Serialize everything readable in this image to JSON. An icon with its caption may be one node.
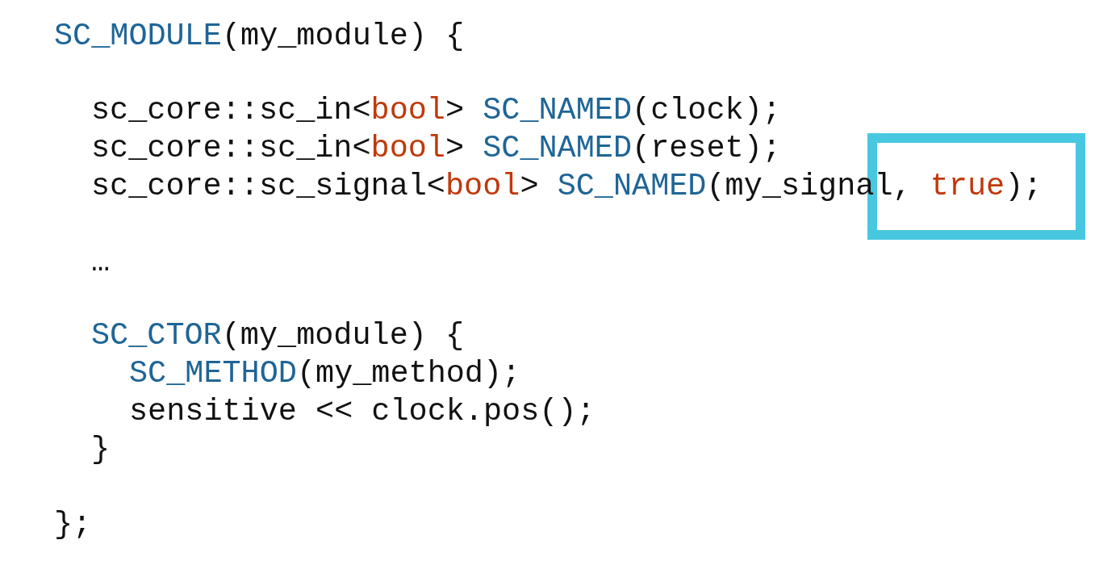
{
  "diagram": {
    "labels": [
      "SC_MODULE(my_module) {",
      "sc_core::sc_in<bool> SC_NAMED(clock);",
      "sc_core::sc_in<bool> SC_NAMED(reset);",
      "sc_core::sc_signal<bool> SC_NAMED(my_signal, true);",
      "…",
      "SC_CTOR(my_module) {",
      "SC_METHOD(my_method);",
      "sensitive << clock.pos();",
      "}",
      "};"
    ]
  }
}
